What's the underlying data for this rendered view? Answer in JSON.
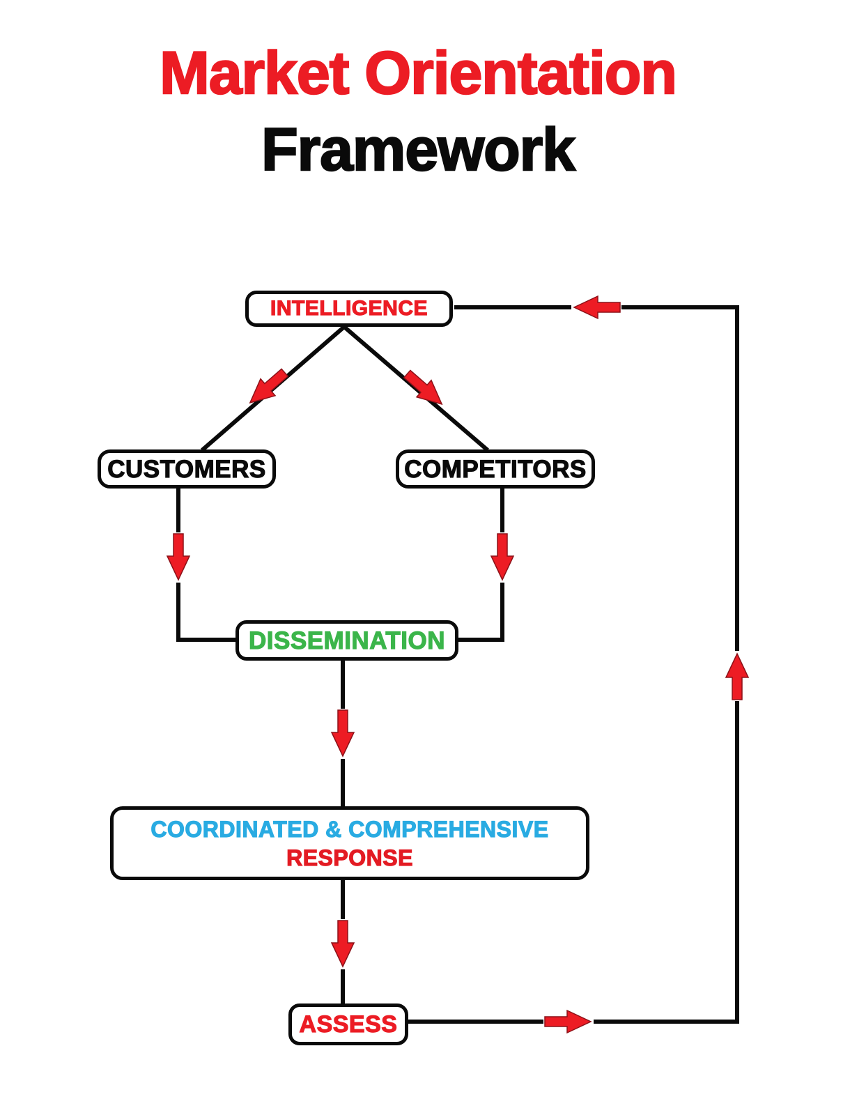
{
  "title": {
    "line1": "Market Orientation",
    "line2": "Framework"
  },
  "nodes": {
    "intelligence": {
      "label": "INTELLIGENCE",
      "text_color": "#ec1c24"
    },
    "customers": {
      "label": "CUSTOMERS",
      "text_color": "#0a0a0a"
    },
    "competitors": {
      "label": "COMPETITORS",
      "text_color": "#0a0a0a"
    },
    "dissemination": {
      "label": "DISSEMINATION",
      "text_color": "#3bb54a"
    },
    "response": {
      "line1": "COORDINATED & COMPREHENSIVE",
      "line2": "RESPONSE",
      "line1_color": "#29abe2",
      "line2_color": "#e31b23"
    },
    "assess": {
      "label": "ASSESS",
      "text_color": "#ec1c24"
    }
  },
  "edges": [
    {
      "from": "INTELLIGENCE",
      "to": "CUSTOMERS",
      "arrow": "down-left"
    },
    {
      "from": "INTELLIGENCE",
      "to": "COMPETITORS",
      "arrow": "down-right"
    },
    {
      "from": "CUSTOMERS",
      "to": "DISSEMINATION",
      "arrow": "down"
    },
    {
      "from": "COMPETITORS",
      "to": "DISSEMINATION",
      "arrow": "down"
    },
    {
      "from": "DISSEMINATION",
      "to": "COORDINATED & COMPREHENSIVE RESPONSE",
      "arrow": "down"
    },
    {
      "from": "COORDINATED & COMPREHENSIVE RESPONSE",
      "to": "ASSESS",
      "arrow": "down"
    },
    {
      "from": "ASSESS",
      "to": "INTELLIGENCE",
      "arrow": "right-up-left",
      "type": "feedback-loop"
    }
  ],
  "colors": {
    "title_red": "#ec1c24",
    "title_black": "#0a0a0a",
    "arrow_red": "#ed1c24",
    "green": "#3bb54a",
    "blue": "#29abe2",
    "line_black": "#000000",
    "background": "#ffffff"
  }
}
